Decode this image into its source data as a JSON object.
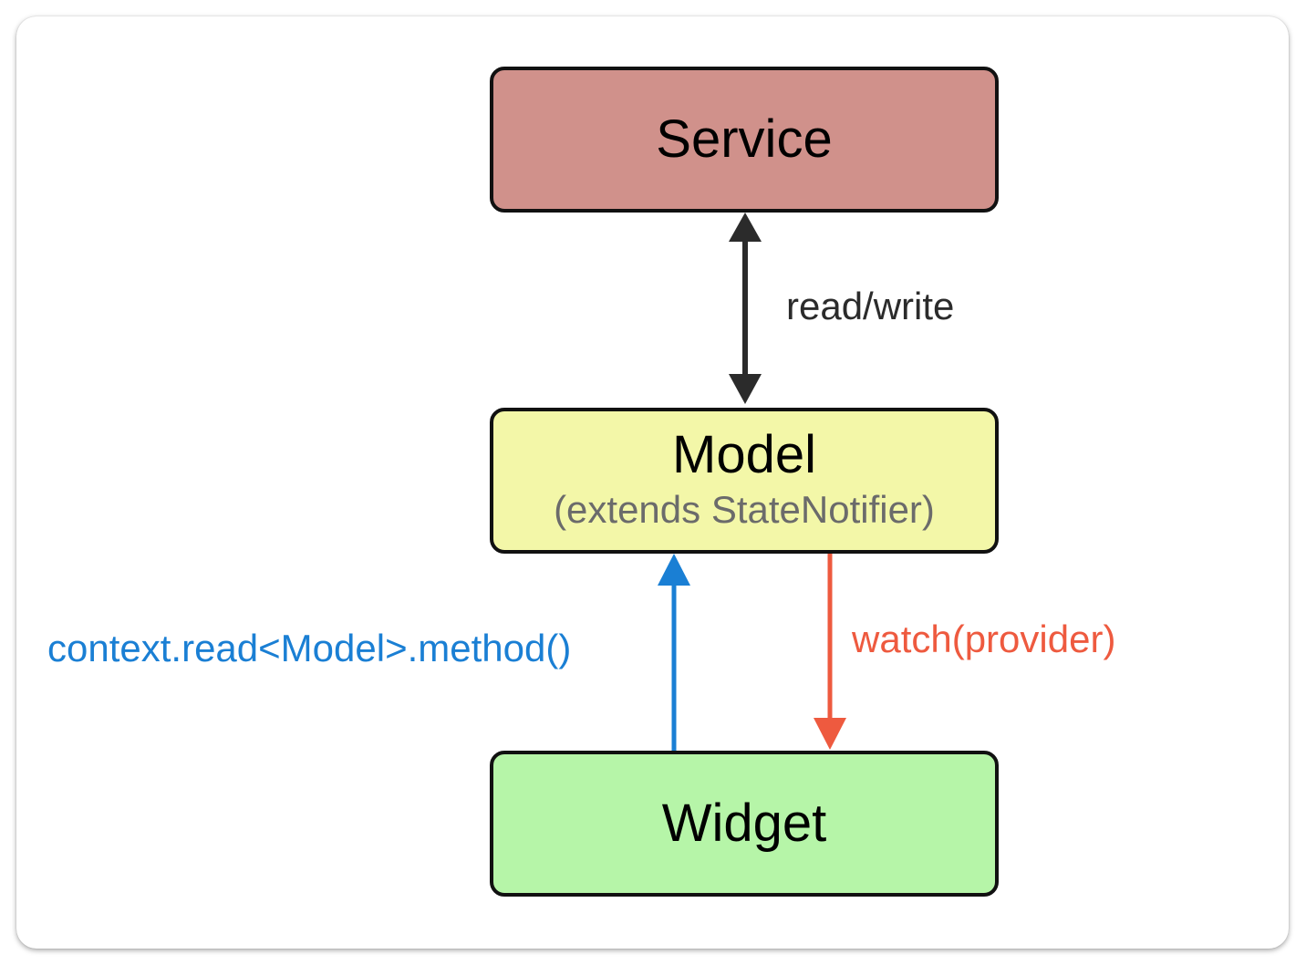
{
  "diagram": {
    "nodes": {
      "service": {
        "label": "Service",
        "fill": "#d0918b"
      },
      "model": {
        "label": "Model",
        "sublabel": "(extends StateNotifier)",
        "fill": "#f3f7a8"
      },
      "widget": {
        "label": "Widget",
        "fill": "#b6f5a8"
      }
    },
    "edges": {
      "service_model": {
        "label": "read/write",
        "color": "#2b2b2b",
        "direction": "bidirectional"
      },
      "widget_to_model": {
        "label": "context.read<Model>.method()",
        "color": "#1a7fd4",
        "direction": "widget-to-model"
      },
      "model_to_widget": {
        "label": "watch(provider)",
        "color": "#ee5a3f",
        "direction": "model-to-widget"
      }
    }
  }
}
